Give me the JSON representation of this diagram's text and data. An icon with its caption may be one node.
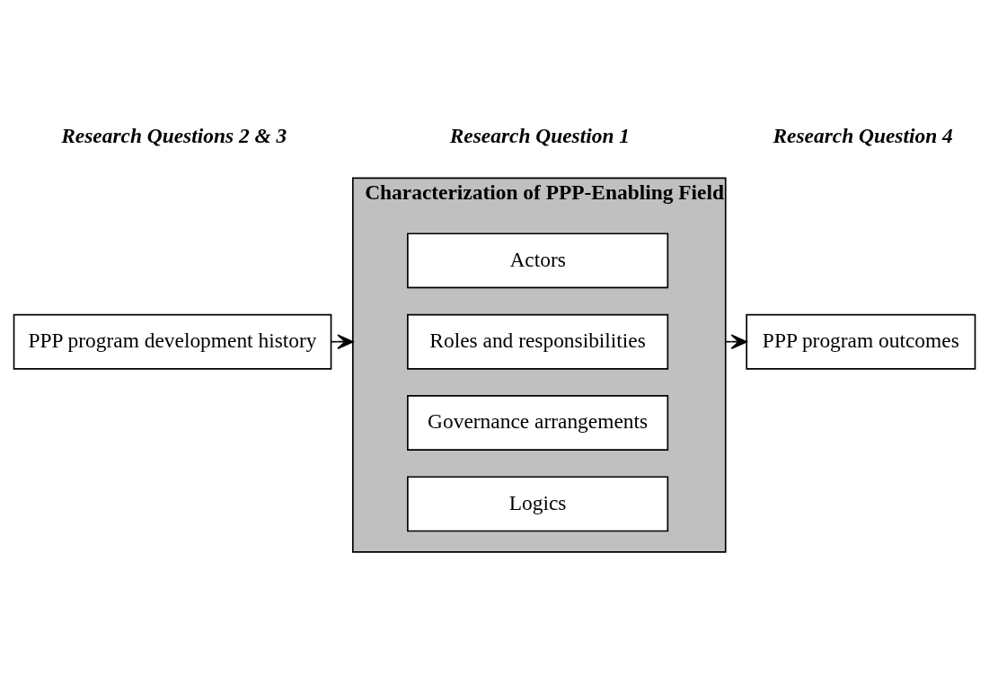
{
  "diagram": {
    "nodes": [
      {
        "text": [
          "PPP program development history"
        ]
      },
      {
        "text": [
          "Characterization of PPP-Enabling Field"
        ]
      },
      {
        "text": [
          "Actors"
        ],
        "in": 1
      },
      {
        "text": [
          "Roles and responsibilities"
        ],
        "in": 1
      },
      {
        "text": [
          "Governance arrangements"
        ],
        "in": 1
      },
      {
        "text": [
          "Logics"
        ],
        "in": 1
      },
      {
        "text": [
          "PPP program outcomes"
        ]
      }
    ],
    "edges": [
      {
        "from": 0,
        "to": 1,
        "arrow": "to"
      },
      {
        "from": 1,
        "to": 6,
        "arrow": "to"
      }
    ],
    "labels": [
      "Research Questions 2 & 3",
      "Research Question 1",
      "Research Question 4"
    ]
  }
}
